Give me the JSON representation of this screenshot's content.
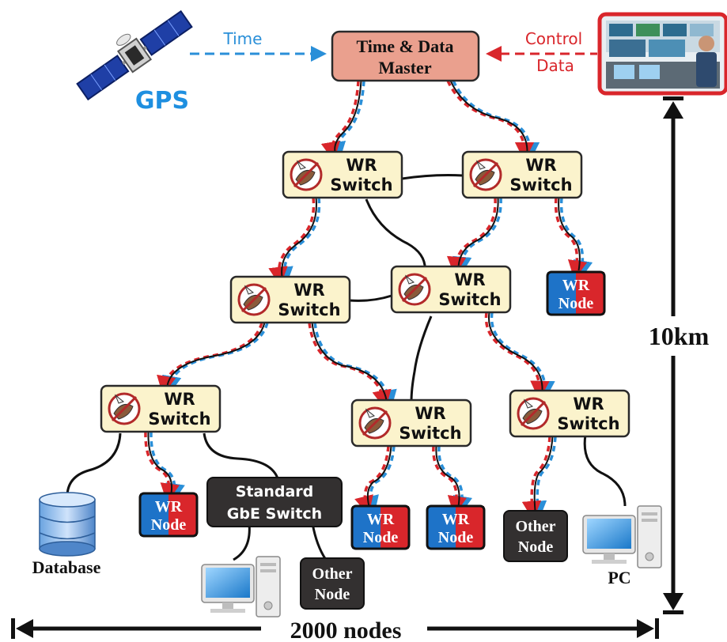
{
  "gps": {
    "label": "GPS"
  },
  "time_link": {
    "label": "Time"
  },
  "control_link": {
    "line1": "Control",
    "line2": "Data"
  },
  "master": {
    "line1": "Time & Data",
    "line2": "Master"
  },
  "switch": {
    "line1": "WR",
    "line2": "Switch"
  },
  "wr_node": {
    "line1": "WR",
    "line2": "Node"
  },
  "gbe_switch": {
    "line1": "Standard",
    "line2": "GbE Switch"
  },
  "other_node": {
    "line1": "Other",
    "line2": "Node"
  },
  "database": {
    "label": "Database"
  },
  "pc": {
    "label": "PC"
  },
  "distance": {
    "label": "10km"
  },
  "node_count": {
    "label": "2000 nodes"
  },
  "colors": {
    "master_fill": "#eaa08e",
    "switch_fill": "#fbf3cc",
    "time_blue": "#2a8fd8",
    "control_red": "#d9262b",
    "node_blue": "#1e73c8",
    "node_red": "#d9262b",
    "dark_box": "#333030"
  }
}
